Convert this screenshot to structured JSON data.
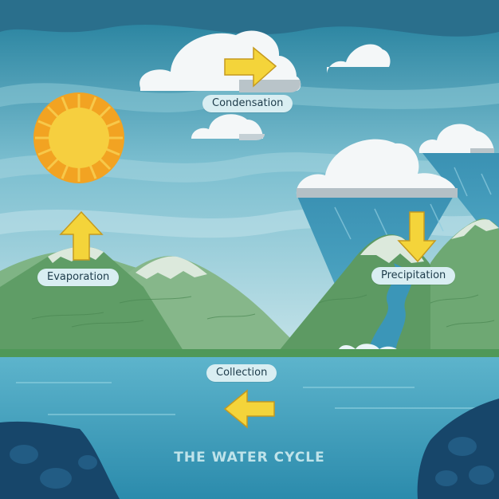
{
  "diagram": {
    "title": "THE WATER CYCLE",
    "stages": {
      "evaporation": "Evaporation",
      "condensation": "Condensation",
      "precipitation": "Precipitation",
      "collection": "Collection"
    }
  },
  "colors": {
    "sky_top": "#1f7c9a",
    "sky_bottom": "#c6e3e9",
    "sun": "#f5c33b",
    "sun_rays": "#f2a322",
    "mountain": "#6fa574",
    "mountain_dark": "#4c8a55",
    "water": "#4aa6c1",
    "water_dark": "#2a86a8",
    "rock": "#1e4f72",
    "arrow": "#f4d43a",
    "label_bg": "#d9eef2"
  }
}
